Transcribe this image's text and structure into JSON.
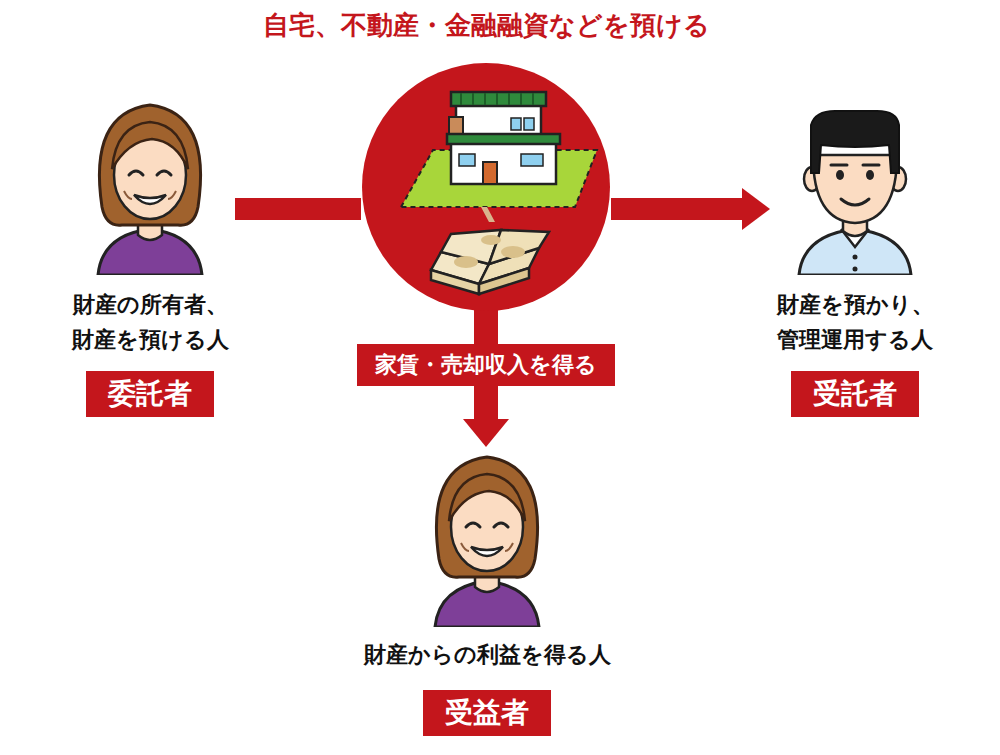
{
  "diagram": {
    "nodes": [
      {
        "text": [
          "自宅、不動産・金融融資などを預ける"
        ]
      },
      {
        "text": [
          "財産の所有者、 財産を預ける人",
          "委託者"
        ]
      },
      {
        "text": [
          "財産を預かり、 管理運用する人",
          "受託者"
        ]
      },
      {
        "text": [
          "財産からの利益を得る人",
          "受益者"
        ]
      }
    ],
    "edges": [
      {
        "from": 1,
        "to": 0,
        "arrow": "none"
      },
      {
        "from": 0,
        "to": 2,
        "arrow": "to"
      },
      {
        "from": 0,
        "to": 3,
        "label": "家賃・売却収入を得る",
        "arrow": "to"
      }
    ]
  }
}
